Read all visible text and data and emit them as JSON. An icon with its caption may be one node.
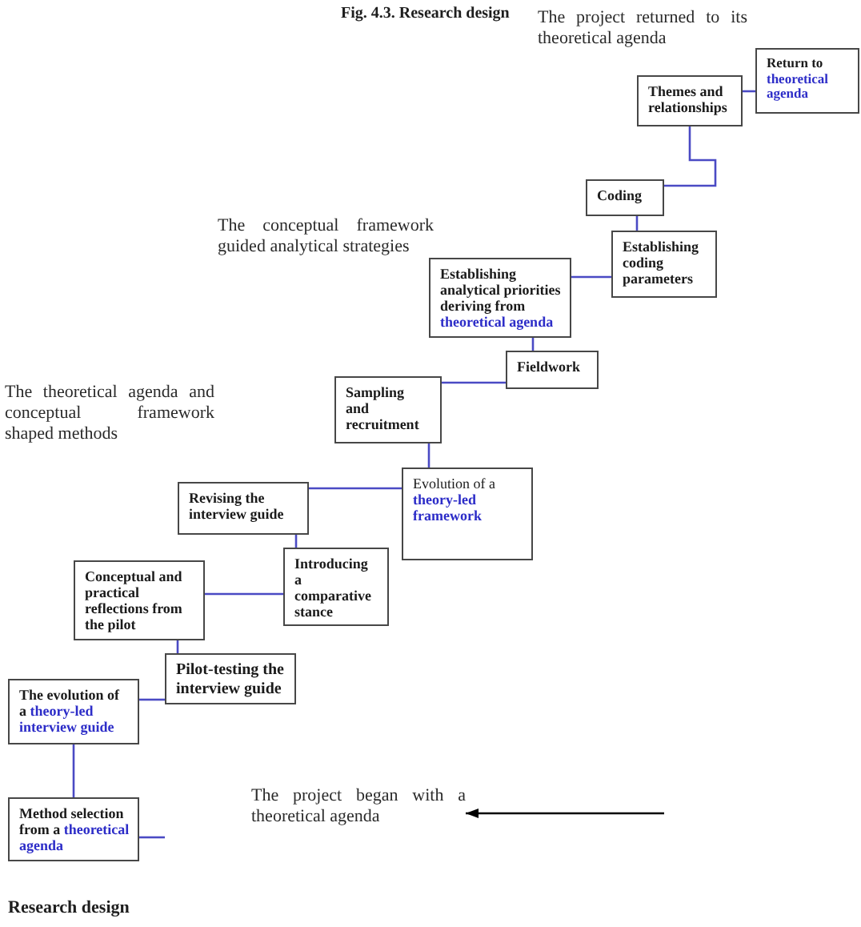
{
  "diagram": {
    "title": "Fig. 4.3. Research design",
    "nodes": [
      {
        "text": [
          "Return to theoretical agenda"
        ]
      },
      {
        "text": [
          "Themes and relationships"
        ]
      },
      {
        "text": [
          "Coding"
        ]
      },
      {
        "text": [
          "Establishing coding parameters"
        ]
      },
      {
        "text": [
          "Establishing analytical priorities deriving from theoretical agenda"
        ]
      },
      {
        "text": [
          "Fieldwork"
        ]
      },
      {
        "text": [
          "Sampling and recruitment"
        ]
      },
      {
        "text": [
          "Evolution of a **theory-led framework**"
        ]
      },
      {
        "text": [
          "Revising the interview guide"
        ]
      },
      {
        "text": [
          "Introducing a comparative stance"
        ]
      },
      {
        "text": [
          "Conceptual and practical reflections from the pilot"
        ]
      },
      {
        "text": [
          "Pilot-testing the interview guide"
        ]
      },
      {
        "text": [
          "The evolution of a theory-led interview guide"
        ]
      },
      {
        "text": [
          "Method selection from a theoretical agenda"
        ]
      },
      {
        "text": [
          "The project began with a theoretical agenda"
        ]
      }
    ],
    "edges": [
      {
        "from": 13,
        "to": 12,
        "arrow": "none"
      },
      {
        "from": 12,
        "to": 11,
        "arrow": "none"
      },
      {
        "from": 11,
        "to": 10,
        "arrow": "none"
      },
      {
        "from": 10,
        "to": 9,
        "arrow": "none"
      },
      {
        "from": 9,
        "to": 8,
        "arrow": "none"
      },
      {
        "from": 8,
        "to": 7,
        "arrow": "none"
      },
      {
        "from": 7,
        "to": 6,
        "arrow": "none"
      },
      {
        "from": 6,
        "to": 5,
        "arrow": "none"
      },
      {
        "from": 5,
        "to": 4,
        "arrow": "none"
      },
      {
        "from": 4,
        "to": 3,
        "arrow": "none"
      },
      {
        "from": 3,
        "to": 2,
        "arrow": "none"
      },
      {
        "from": 2,
        "to": 1,
        "arrow": "none"
      },
      {
        "from": 1,
        "to": 0,
        "arrow": "none"
      },
      {
        "from": 13,
        "to": null,
        "arrow": "none"
      },
      {
        "from": null,
        "to": 14,
        "arrow": "to",
        "color": "#000000"
      }
    ],
    "labels": [
      "The project returned to its theoretical agenda",
      "The conceptual framework guided analytical strategies",
      "The theoretical agenda and conceptual framework shaped methods",
      "Research design"
    ]
  }
}
